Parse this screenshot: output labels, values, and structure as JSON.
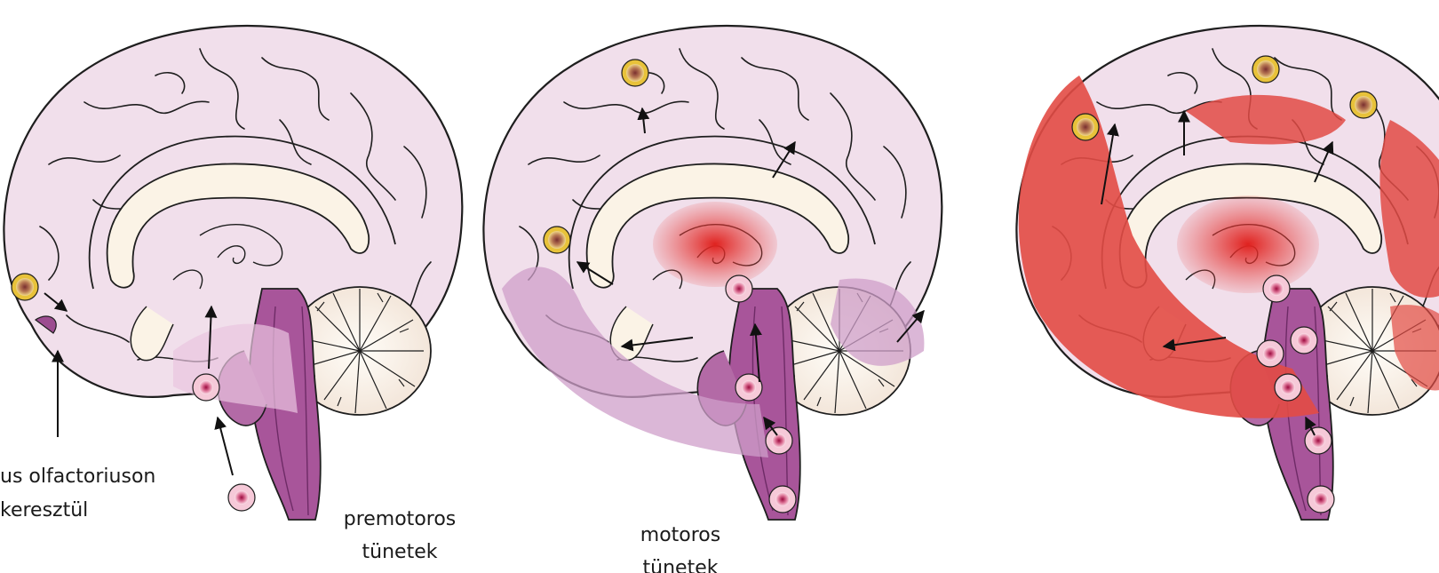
{
  "colors": {
    "brain_base": "#f1dfeb",
    "brain_outline": "#1e1e1e",
    "corpus_callosum": "#fbf3e6",
    "brainstem": "#a8559a",
    "brainstem_dark": "#8a3b82",
    "medium_purple": "#cc99c4",
    "red_spread": "#e04a46",
    "lesion_fill": "#e6c33c",
    "lesion_core": "#8b3a3a",
    "neuron_fill": "#f3c7d7",
    "neuron_core": "#b0104a",
    "cerebellum": "#fffaf2"
  },
  "labels": {
    "olfactory_route": "us olfactoriuson",
    "olfactory_route_2": "keresztül",
    "premotor": "premotoros",
    "premotor_2": "tünetek",
    "motor": "motoros",
    "motor_2": "tünetek"
  },
  "icons": [
    "lewy-body-icon",
    "neuron-icon",
    "arrow-icon"
  ]
}
